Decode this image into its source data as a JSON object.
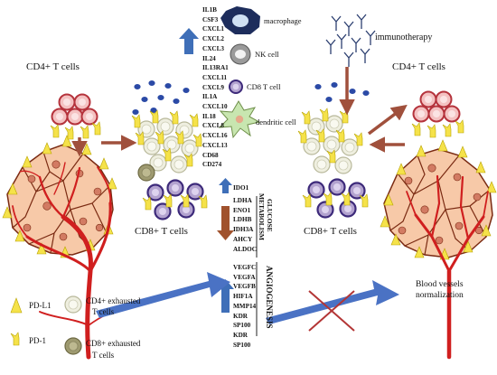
{
  "labels": {
    "cd4_left": "CD4+ T cells",
    "cd4_right": "CD4+ T cells",
    "cd8_left": "CD8+ T cells",
    "cd8_right": "CD8+ T cells",
    "immunotherapy": "immunotherapy",
    "macrophage": "macrophage",
    "nk_cell": "NK cell",
    "cd8_cell": "CD8 T cell",
    "dendritic_cell": "dendritic cell",
    "vessels_line1": "Blood vessels",
    "vessels_line2": "normalization",
    "glucose_line1": "GLUCOSE",
    "glucose_line2": "METABOLISM",
    "angiogenesis": "ANGIOGENESIS"
  },
  "legend": {
    "pdl1": "PD-L1",
    "pd1": "PD-1",
    "cd4_exh_1": "CD4+ exhausted",
    "cd4_exh_2": "T cells",
    "cd8_exh_1": "CD8+ exhausted",
    "cd8_exh_2": "T cells"
  },
  "genes_immune": [
    "IL1B",
    "CSF3",
    "CXCL1",
    "CXCL2",
    "CXCL3",
    "IL24",
    "IL13RA1",
    "CXCL11",
    "CXCL9",
    "IL1A",
    "CXCL10",
    "IL18",
    "CXCL8",
    "CXCL16",
    "CXCL13",
    "CD68",
    "CD274"
  ],
  "gene_ido": "IDO1",
  "genes_glucose": [
    "LDHA",
    "ENO1",
    "LDHB",
    "IDH3A",
    "AHCY",
    "ALDOC"
  ],
  "genes_angio": [
    "VEGFC",
    "VEGFA",
    "VEGFB",
    "HIF1A",
    "MMP14",
    "KDR",
    "SP100",
    "KDR",
    "SP100"
  ],
  "colors": {
    "up_arrow": "#3f6fb8",
    "down_arrow": "#a0522d",
    "flow_arrow": "#a0503c",
    "big_arrow": "#4a72c4",
    "vessel": "#d01f1f",
    "tumor_fill": "#f7c9a8",
    "tumor_edge": "#7a2a12",
    "cd4_fill": "#f4c2c2",
    "cd4_edge": "#b5333c",
    "cd8_fill": "#b3a3cf",
    "cd8_edge": "#3d2a7a",
    "exhausted_cd4": "#efefe0",
    "exhausted_cd8": "#9e9a70",
    "pdl1": "#f5e24a",
    "cytokine": "#2b4aa6",
    "cross": "#b33535"
  }
}
